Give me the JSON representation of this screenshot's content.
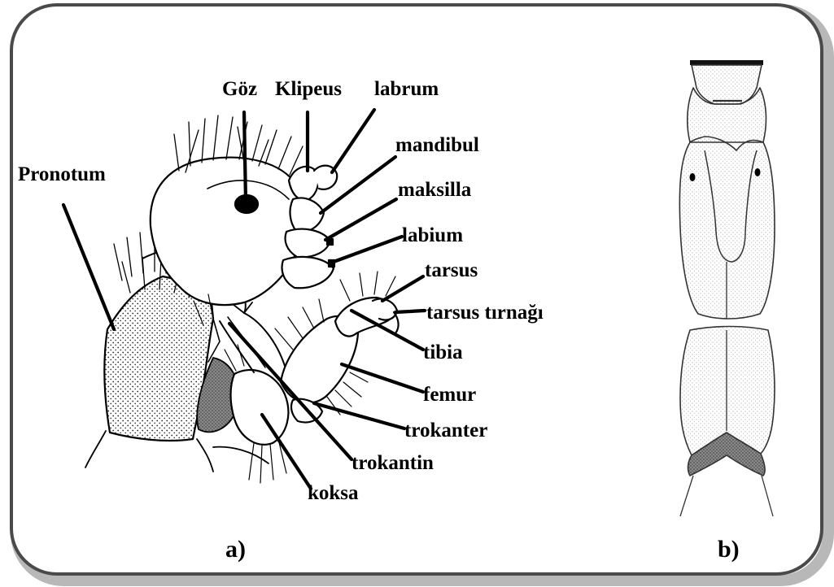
{
  "panel_a": {
    "caption": "a)",
    "labels": {
      "pronotum": "Pronotum",
      "goz": "Göz",
      "klipeus": "Klipeus",
      "labrum": "labrum",
      "mandibul": "mandibul",
      "maksilla": "maksilla",
      "labium": "labium",
      "tarsus": "tarsus",
      "tarsus_tirnagi": "tarsus tırnağı",
      "tibia": "tibia",
      "femur": "femur",
      "trokanter": "trokanter",
      "trokantin": "trokantin",
      "koksa": "koksa"
    }
  },
  "panel_b": {
    "caption": "b)"
  }
}
